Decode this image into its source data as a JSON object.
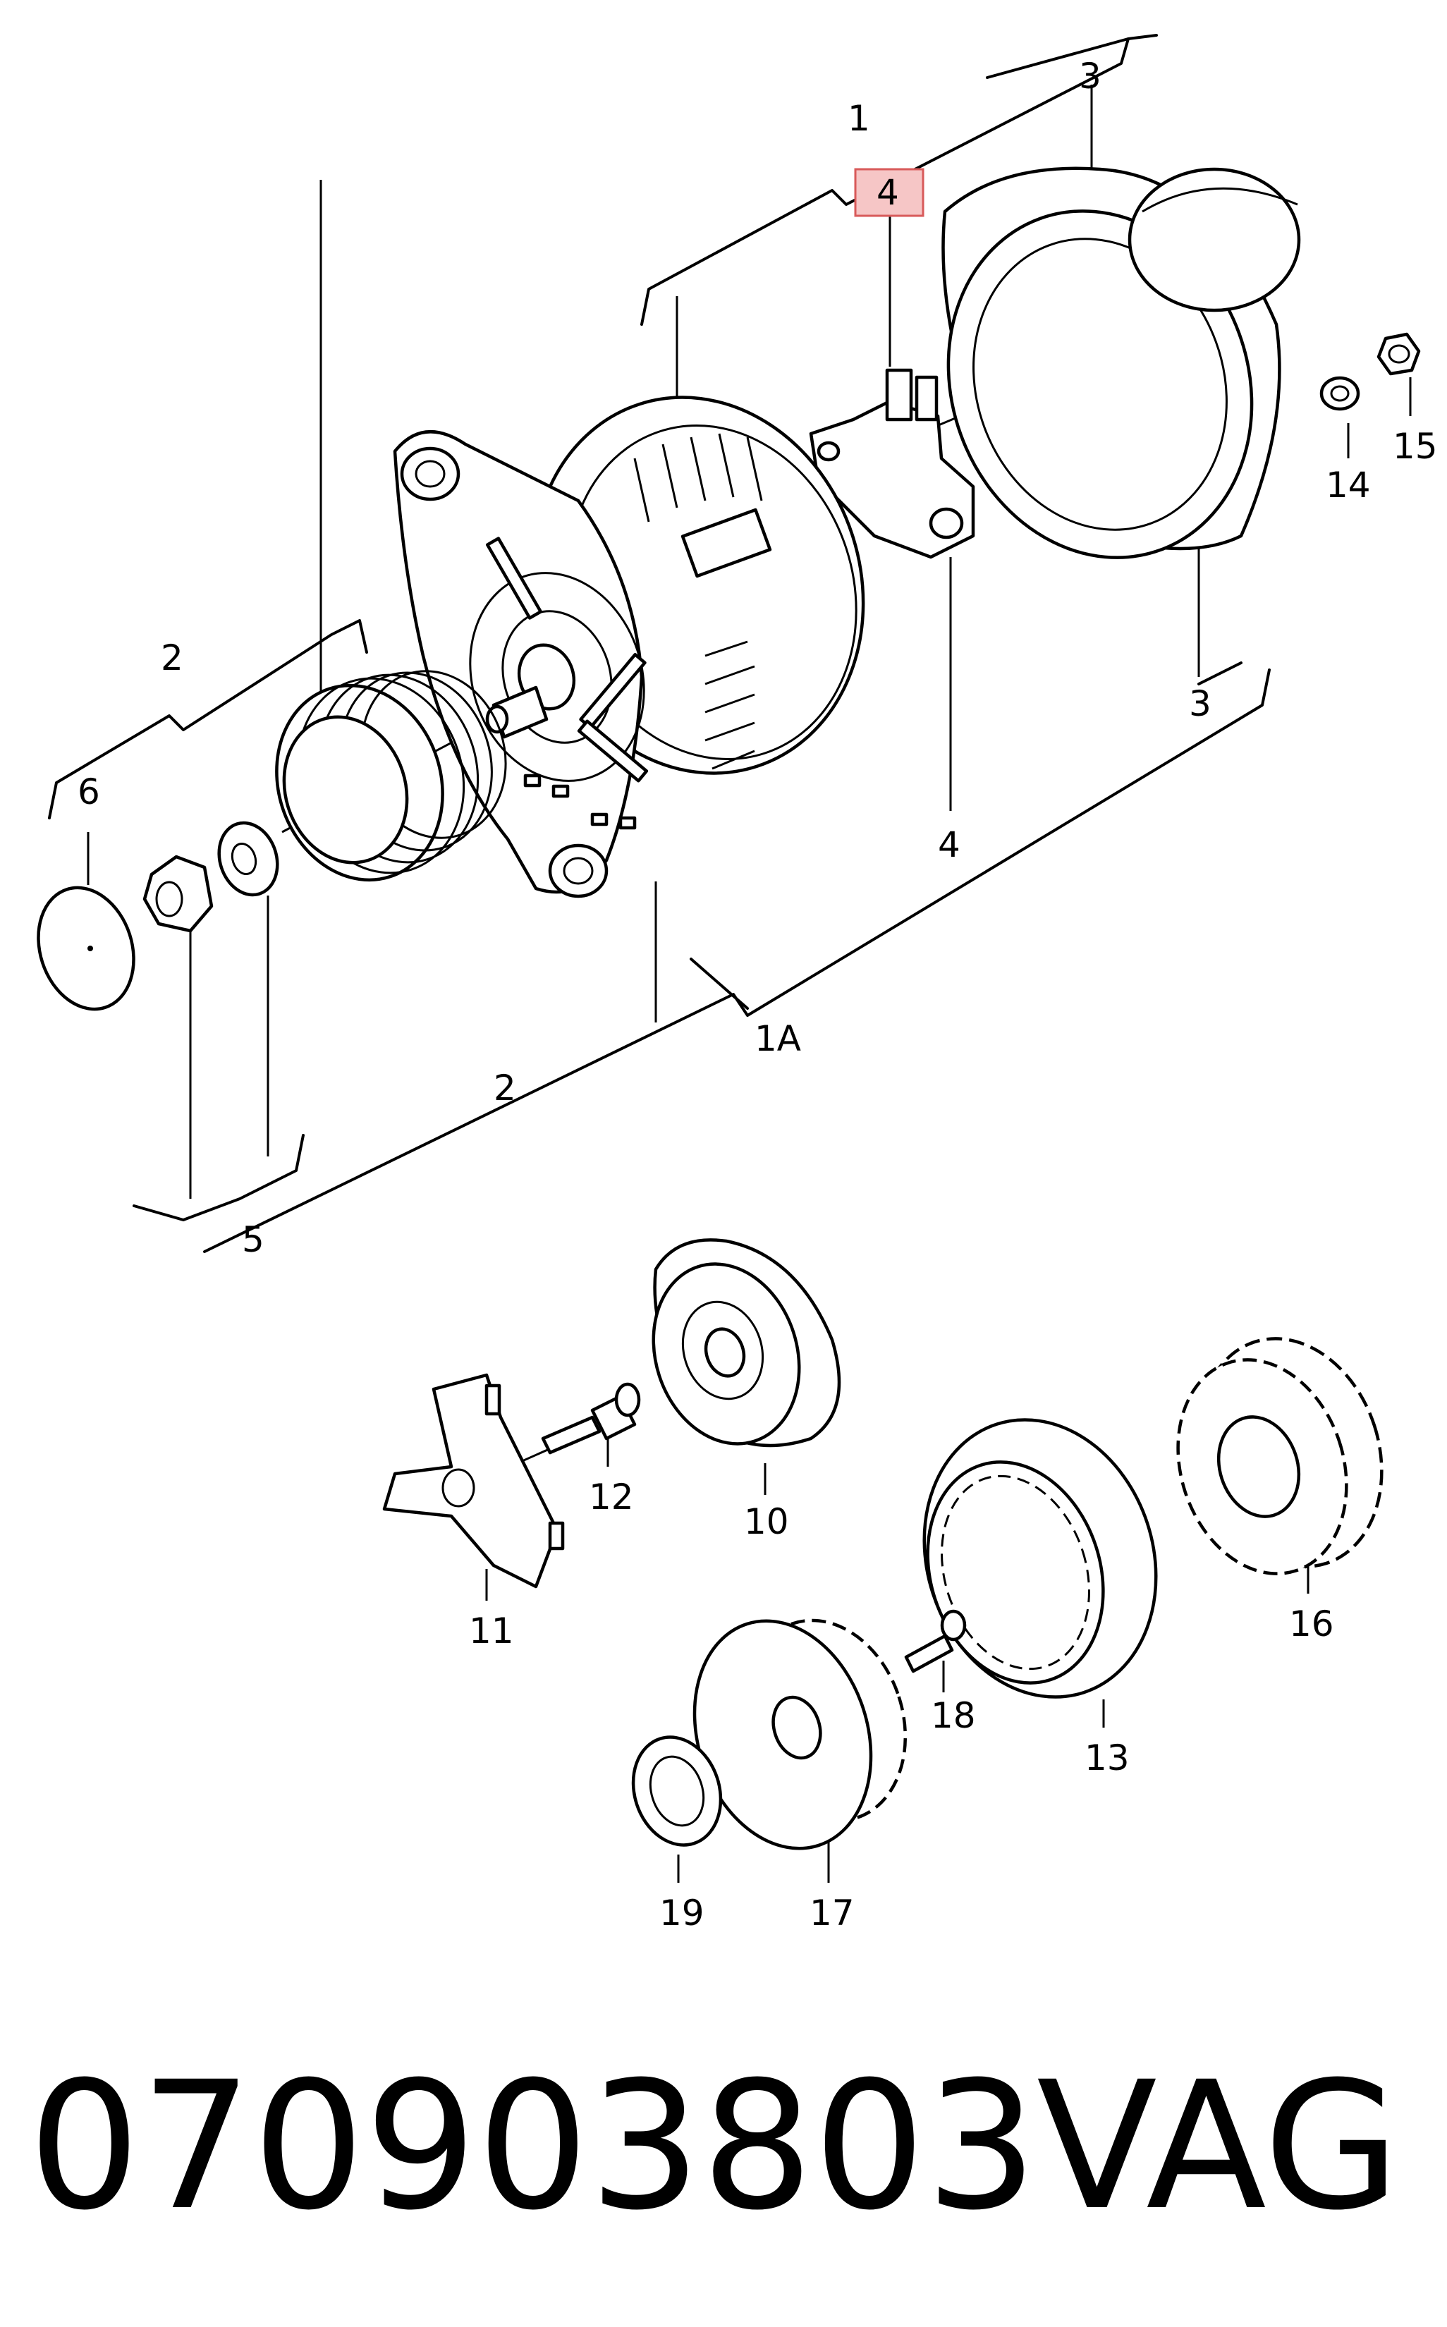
{
  "callouts": {
    "c1": "1",
    "c1a": "1A",
    "c2_top": "2",
    "c2_bottom": "2",
    "c3_top": "3",
    "c3_bottom": "3",
    "c4_highlight": "4",
    "c4_bottom": "4",
    "c5": "5",
    "c6": "6",
    "c10": "10",
    "c11": "11",
    "c12": "12",
    "c13": "13",
    "c14": "14",
    "c15": "15",
    "c16": "16",
    "c17": "17",
    "c18": "18",
    "c19": "19"
  },
  "highlight_color": "#f6c6c6",
  "footer": {
    "part_number": "070903803",
    "brand": "VAG"
  }
}
